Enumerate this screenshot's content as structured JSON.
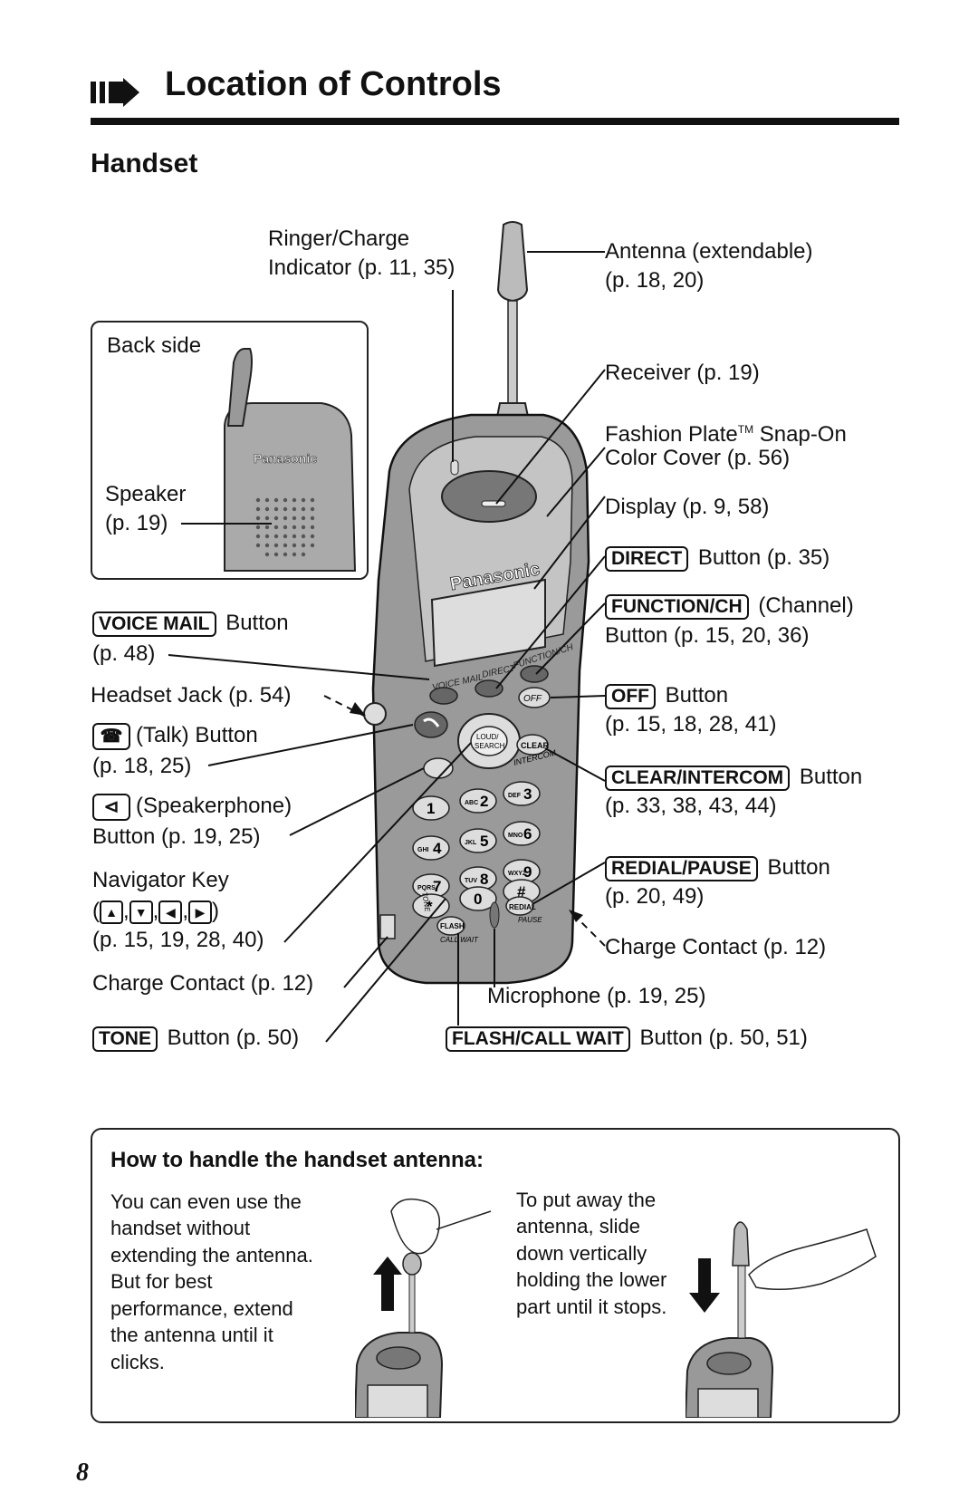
{
  "header": {
    "title": "Location of Controls",
    "arrow_icon": "right-arrow-icon"
  },
  "section": {
    "title": "Handset"
  },
  "labels": {
    "ringer_charge": [
      "Ringer/Charge",
      "Indicator (p. 11, 35)"
    ],
    "antenna": [
      "Antenna (extendable)",
      "(p. 18, 20)"
    ],
    "back_side": "Back side",
    "speaker": [
      "Speaker",
      "(p. 19)"
    ],
    "receiver": "Receiver (p. 19)",
    "fashion_plate": {
      "text": "Fashion Plate",
      "tm": "TM",
      "text_after": " Snap-On",
      "line2": "Color Cover (p. 56)"
    },
    "display": "Display (p. 9, 58)",
    "direct": {
      "key": "DIRECT",
      "text": "Button (p. 35)"
    },
    "function_ch": {
      "key": "FUNCTION/CH",
      "text": "(Channel)",
      "line2": "Button (p. 15, 20, 36)"
    },
    "voice_mail": {
      "key": "VOICE MAIL",
      "text": "Button",
      "line2": "(p. 48)"
    },
    "headset_jack": "Headset Jack (p. 54)",
    "off": {
      "key": "OFF",
      "text": "Button",
      "line2": "(p. 15, 18, 28, 41)"
    },
    "talk": {
      "text": "(Talk) Button",
      "line2": "(p. 18, 25)"
    },
    "clear_intercom": {
      "key": "CLEAR/INTERCOM",
      "text": "Button",
      "line2": "(p. 33, 38, 43, 44)"
    },
    "speakerphone": {
      "text": "(Speakerphone)",
      "line2": "Button (p. 19, 25)"
    },
    "navigator": {
      "line1": "Navigator Key",
      "open": "(",
      "sep": ",",
      "close": ")",
      "keys": [
        "▲",
        "▼",
        "◀",
        "▶"
      ],
      "line3": "(p. 15, 19, 28, 40)"
    },
    "redial_pause": {
      "key": "REDIAL/PAUSE",
      "text": "Button",
      "line2": "(p. 20, 49)"
    },
    "charge_contact_right": "Charge Contact (p. 12)",
    "charge_contact_left": "Charge Contact (p. 12)",
    "microphone": "Microphone (p. 19, 25)",
    "tone": {
      "key": "TONE",
      "text": "Button (p. 50)"
    },
    "flash": {
      "key": "FLASH/CALL WAIT",
      "text": "Button (p. 50, 51)"
    }
  },
  "phone": {
    "brand": "Panasonic",
    "back_brand": "Panasonic",
    "soft_keys": [
      "VOICE MAIL",
      "DIRECT",
      "FUNCTION/CH"
    ],
    "off": "OFF",
    "nav_center": [
      "LOUD/",
      "SEARCH"
    ],
    "clear": "CLEAR",
    "intercom": "INTERCOM",
    "keypad": [
      [
        "1",
        ""
      ],
      [
        "2",
        "ABC"
      ],
      [
        "3",
        "DEF"
      ],
      [
        "4",
        "GHI"
      ],
      [
        "5",
        "JKL"
      ],
      [
        "6",
        "MNO"
      ],
      [
        "7",
        "PQRS"
      ],
      [
        "8",
        "TUV"
      ],
      [
        "9",
        "WXYZ"
      ],
      [
        "*",
        ""
      ],
      [
        "0",
        ""
      ],
      [
        "#",
        ""
      ]
    ],
    "tone": "TONE",
    "redial": "REDIAL",
    "pause": "PAUSE",
    "flash": "FLASH",
    "call_wait": "CALL WAIT"
  },
  "info_box": {
    "heading": "How to handle the handset antenna:",
    "left_text": [
      "You can even use the",
      "handset without",
      "extending the antenna.",
      "But for best",
      "performance, extend",
      "the antenna until it",
      "clicks."
    ],
    "right_text": [
      "To put away the",
      "antenna, slide",
      "down vertically",
      "holding the lower",
      "part until it stops."
    ],
    "up_arrow_icon": "up-arrow-icon",
    "down_arrow_icon": "down-arrow-icon"
  },
  "page_number": "8"
}
